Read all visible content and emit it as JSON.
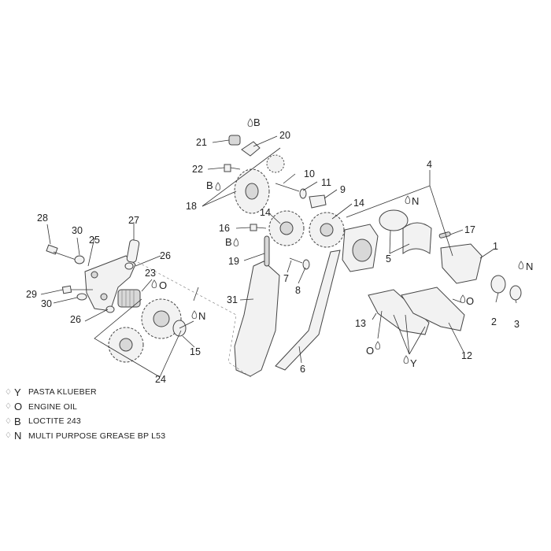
{
  "callouts": [
    {
      "id": "c1",
      "label": "1"
    },
    {
      "id": "c2",
      "label": "2"
    },
    {
      "id": "c3",
      "label": "3"
    },
    {
      "id": "c4",
      "label": "4"
    },
    {
      "id": "c5",
      "label": "5"
    },
    {
      "id": "c6",
      "label": "6"
    },
    {
      "id": "c7",
      "label": "7"
    },
    {
      "id": "c8",
      "label": "8"
    },
    {
      "id": "c9",
      "label": "9"
    },
    {
      "id": "c10",
      "label": "10"
    },
    {
      "id": "c11",
      "label": "11"
    },
    {
      "id": "c12",
      "label": "12"
    },
    {
      "id": "c13",
      "label": "13"
    },
    {
      "id": "c14a",
      "label": "14"
    },
    {
      "id": "c14b",
      "label": "14"
    },
    {
      "id": "c15",
      "label": "15"
    },
    {
      "id": "c16",
      "label": "16"
    },
    {
      "id": "c17",
      "label": "17"
    },
    {
      "id": "c18",
      "label": "18"
    },
    {
      "id": "c19",
      "label": "19"
    },
    {
      "id": "c20",
      "label": "20"
    },
    {
      "id": "c21",
      "label": "21"
    },
    {
      "id": "c22",
      "label": "22"
    },
    {
      "id": "c23",
      "label": "23"
    },
    {
      "id": "c24",
      "label": "24"
    },
    {
      "id": "c25",
      "label": "25"
    },
    {
      "id": "c26a",
      "label": "26"
    },
    {
      "id": "c26b",
      "label": "26"
    },
    {
      "id": "c27",
      "label": "27"
    },
    {
      "id": "c28",
      "label": "28"
    },
    {
      "id": "c29",
      "label": "29"
    },
    {
      "id": "c30a",
      "label": "30"
    },
    {
      "id": "c30b",
      "label": "30"
    },
    {
      "id": "c31",
      "label": "31"
    }
  ],
  "markers": [
    {
      "id": "m-b-top",
      "code": "B"
    },
    {
      "id": "m-b-22",
      "code": "B"
    },
    {
      "id": "m-b-16",
      "code": "B"
    },
    {
      "id": "m-n-4",
      "code": "N"
    },
    {
      "id": "m-n-3",
      "code": "N"
    },
    {
      "id": "m-n-15",
      "code": "N"
    },
    {
      "id": "m-o-23",
      "code": "O"
    },
    {
      "id": "m-o-cam",
      "code": "O"
    },
    {
      "id": "m-o-13",
      "code": "O"
    },
    {
      "id": "m-y-12",
      "code": "Y"
    }
  ],
  "legend": [
    {
      "code": "Y",
      "desc": "PASTA KLUEBER"
    },
    {
      "code": "O",
      "desc": "ENGINE OIL"
    },
    {
      "code": "B",
      "desc": "LOCTITE 243"
    },
    {
      "code": "N",
      "desc": "MULTI PURPOSE GREASE BP L53"
    }
  ],
  "drop_icon": "drop-icon"
}
